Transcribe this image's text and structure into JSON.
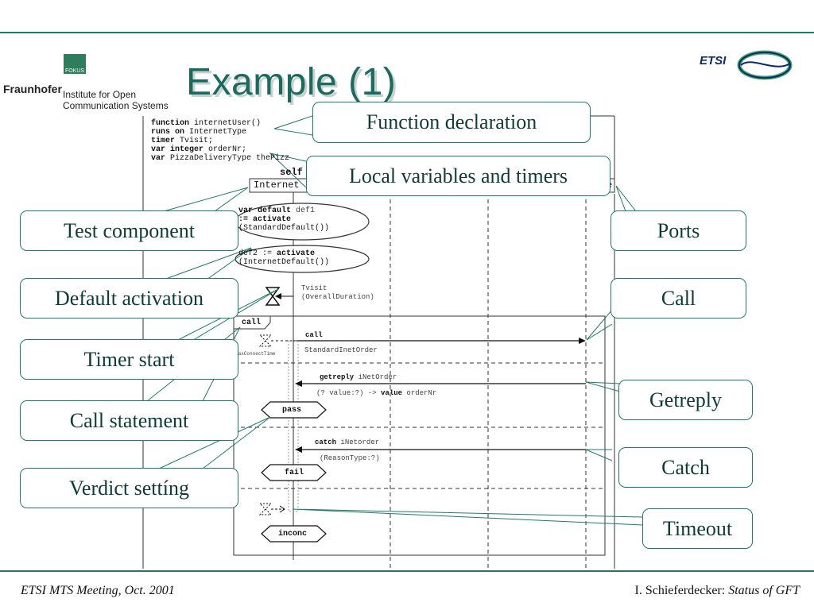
{
  "slide": {
    "title": "Example (1)",
    "footer_left": "ETSI MTS Meeting, Oct. 2001",
    "footer_right_author": "I. Schieferdecker: ",
    "footer_right_topic": "Status of GFT"
  },
  "logos": {
    "fraunhofer_brand": "Fraunhofer",
    "fokus_label": "FOKUS",
    "institute_line1": "Institute for Open",
    "institute_line2": "Communication Systems",
    "etsi_word": "ETSI"
  },
  "callouts": {
    "function_declaration": "Function declaration",
    "local_variables": "Local variables and timers",
    "test_component": "Test component",
    "ports": "Ports",
    "default_activation": "Default activation",
    "call": "Call",
    "timer_start": "Timer start",
    "getreply": "Getreply",
    "call_statement": "Call statement",
    "catch": "Catch",
    "verdict_setting": "Verdict settíng",
    "timeout": "Timeout"
  },
  "diagram": {
    "decl": {
      "l1_kw": "function",
      "l1_rest": " internetUser()",
      "l2_kw": "runs on",
      "l2_rest": " InternetType",
      "l3_kw": "timer",
      "l3_rest": " Tvisit;",
      "l4_kw": "var integer",
      "l4_rest": " orderNr;",
      "l5_kw": "var",
      "l5_rest": " PizzaDeliveryType thePizz"
    },
    "self_label": "self",
    "component_label": "Internet",
    "port_tail": "e",
    "default1": {
      "kw1": "var default",
      "rest1": " def1",
      "kw2": ":= activate",
      "rest3": "(StandardDefault())"
    },
    "default2": {
      "rest1": "def2 := ",
      "kw1": "activate",
      "rest2": "(InternetDefault())"
    },
    "timer": {
      "name": "Tvisit",
      "duration": "(OverallDuration)"
    },
    "call_frame_tag": "call",
    "call_msg": {
      "kw": "call",
      "arg": "StandardInetOrder"
    },
    "max_connect_timer": "maxConnectTime",
    "getreply_msg": {
      "kw": "getreply",
      "arg": " iNetOrder",
      "param_pre": "(? value:?) -> ",
      "param_kw": "value",
      "param_post": " orderNr"
    },
    "catch_msg": {
      "kw": "catch",
      "arg": " iNetorder",
      "param": "(ReasonType:?)"
    },
    "verdicts": {
      "pass": "pass",
      "fail": "fail",
      "inconc": "inconc"
    }
  }
}
